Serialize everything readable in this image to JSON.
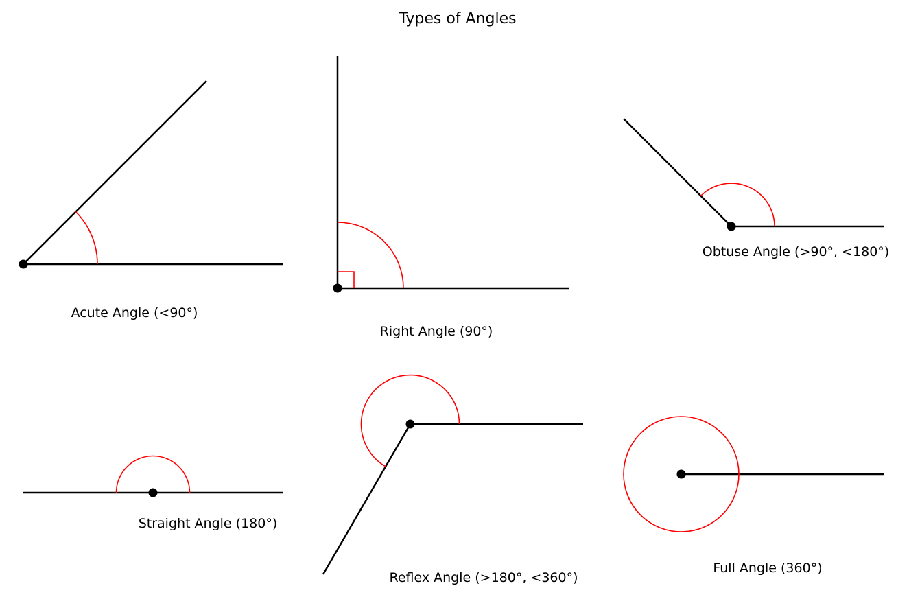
{
  "title": "Types of Angles",
  "colors": {
    "ray": "#000000",
    "angle_marker": "#ff0000",
    "vertex": "#000000",
    "background": "#ffffff"
  },
  "angles": [
    {
      "label": "Acute Angle (<90°)",
      "degrees": 45
    },
    {
      "label": "Right Angle (90°)",
      "degrees": 90
    },
    {
      "label": "Obtuse Angle (>90°, <180°)",
      "degrees": 135
    },
    {
      "label": "Straight Angle (180°)",
      "degrees": 180
    },
    {
      "label": "Reflex Angle (>180°, <360°)",
      "degrees": 240
    },
    {
      "label": "Full Angle (360°)",
      "degrees": 360
    }
  ]
}
